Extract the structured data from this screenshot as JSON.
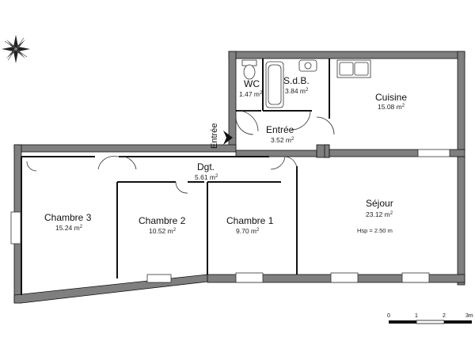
{
  "rooms": {
    "wc": {
      "name": "WC",
      "area": "1.47 m",
      "unit_sup": "2"
    },
    "sdb": {
      "name": "S.d.B.",
      "area": "3.84 m",
      "unit_sup": "2"
    },
    "cuisine": {
      "name": "Cuisine",
      "area": "15.08 m",
      "unit_sup": "2"
    },
    "entree": {
      "name": "Entrée",
      "area": "3.52 m",
      "unit_sup": "2"
    },
    "dgt": {
      "name": "Dgt.",
      "area": "5.61 m",
      "unit_sup": "2"
    },
    "chambre3": {
      "name": "Chambre 3",
      "area": "15.24 m",
      "unit_sup": "2"
    },
    "chambre2": {
      "name": "Chambre 2",
      "area": "10.52 m",
      "unit_sup": "2"
    },
    "chambre1": {
      "name": "Chambre 1",
      "area": "9.70 m",
      "unit_sup": "2"
    },
    "sejour": {
      "name": "Séjour",
      "area": "23.12 m",
      "unit_sup": "2",
      "note": "Hsp = 2.50 m"
    }
  },
  "entry_label": "Entrée",
  "scale": {
    "ticks": [
      "0",
      "1",
      "2",
      "3m"
    ]
  },
  "colors": {
    "wall": "#7f7f7f",
    "wall_edge": "#111111",
    "line": "#222222"
  },
  "icons": [
    "compass-rose-icon",
    "entry-arrow-icon"
  ]
}
